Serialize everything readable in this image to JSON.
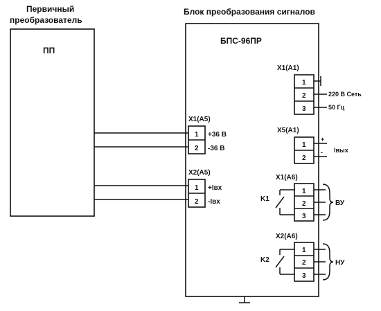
{
  "primary": {
    "title_line1": "Первичный",
    "title_line2": "преобразователь",
    "box_label": "ПП"
  },
  "block": {
    "title": "Блок преобразования сигналов",
    "model": "БПС-96ПР"
  },
  "connectors": {
    "x1_a5": {
      "name": "X1(A5)",
      "pins": [
        "1",
        "2"
      ],
      "labels": [
        "+36 В",
        "-36 В"
      ]
    },
    "x2_a5": {
      "name": "X2(A5)",
      "pins": [
        "1",
        "2"
      ],
      "labels": [
        "+Iвх",
        "-Iвх"
      ]
    },
    "x1_a1": {
      "name": "X1(A1)",
      "pins": [
        "1",
        "2",
        "3"
      ],
      "labels": [
        "",
        "220 В  Сеть",
        "50 Гц"
      ]
    },
    "x5_a1": {
      "name": "X5(A1)",
      "pins": [
        "1",
        "2"
      ],
      "labels": [
        "+",
        "-"
      ],
      "group_label": "Iвых"
    },
    "x1_a6": {
      "name": "X1(A6)",
      "pins": [
        "1",
        "2",
        "3"
      ],
      "relay": "K1",
      "group_label": "ВУ"
    },
    "x2_a6": {
      "name": "X2(A6)",
      "pins": [
        "1",
        "2",
        "3"
      ],
      "relay": "K2",
      "group_label": "НУ"
    }
  }
}
